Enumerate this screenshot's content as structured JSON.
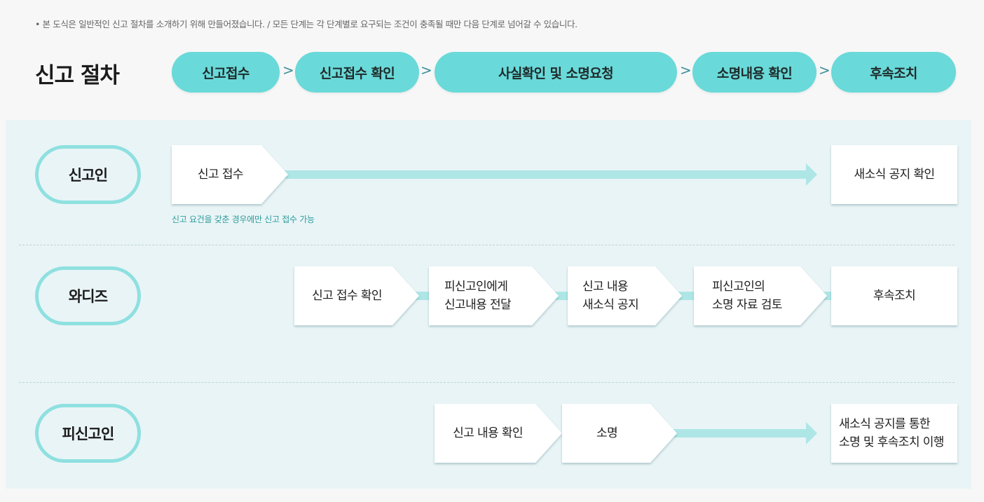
{
  "notice": "• 본 도식은 일반적인 신고 절차를 소개하기 위해 만들어졌습니다. / 모든 단계는 각 단계별로 요구되는 조건이 충족될 때만 다음 단계로 넘어갈 수 있습니다.",
  "title": "신고 절차",
  "colors": {
    "page_bg": "#f7f7f7",
    "panel_bg": "#e9f4f6",
    "stage_fill": "#6ad9d9",
    "role_border": "#8fe0e0",
    "connector": "#aee6e6",
    "note_text": "#2e9c9c"
  },
  "stages": [
    {
      "label": "신고접수"
    },
    {
      "label": "신고접수 확인"
    },
    {
      "label": "사실확인 및 소명요청"
    },
    {
      "label": "소명내용 확인"
    },
    {
      "label": "후속조치"
    }
  ],
  "separator_icon": "chevron-right-icon",
  "separator_glyph": ">",
  "lanes": [
    {
      "role": "신고인",
      "steps": [
        {
          "lines": [
            "신고 접수"
          ]
        },
        {
          "lines": [
            "새소식 공지 확인"
          ]
        }
      ],
      "note": "신고 요건을 갖춘 경우에만 신고 접수 가능"
    },
    {
      "role": "와디즈",
      "steps": [
        {
          "lines": [
            "신고 접수 확인"
          ]
        },
        {
          "lines": [
            "피신고인에게",
            "신고내용 전달"
          ]
        },
        {
          "lines": [
            "신고 내용",
            "새소식 공지"
          ]
        },
        {
          "lines": [
            "피신고인의",
            "소명 자료 검토"
          ]
        },
        {
          "lines": [
            "후속조치"
          ]
        }
      ]
    },
    {
      "role": "피신고인",
      "steps": [
        {
          "lines": [
            "신고 내용 확인"
          ]
        },
        {
          "lines": [
            "소명"
          ]
        },
        {
          "lines": [
            "새소식 공지를 통한",
            "소명 및 후속조치 이행"
          ]
        }
      ]
    }
  ]
}
